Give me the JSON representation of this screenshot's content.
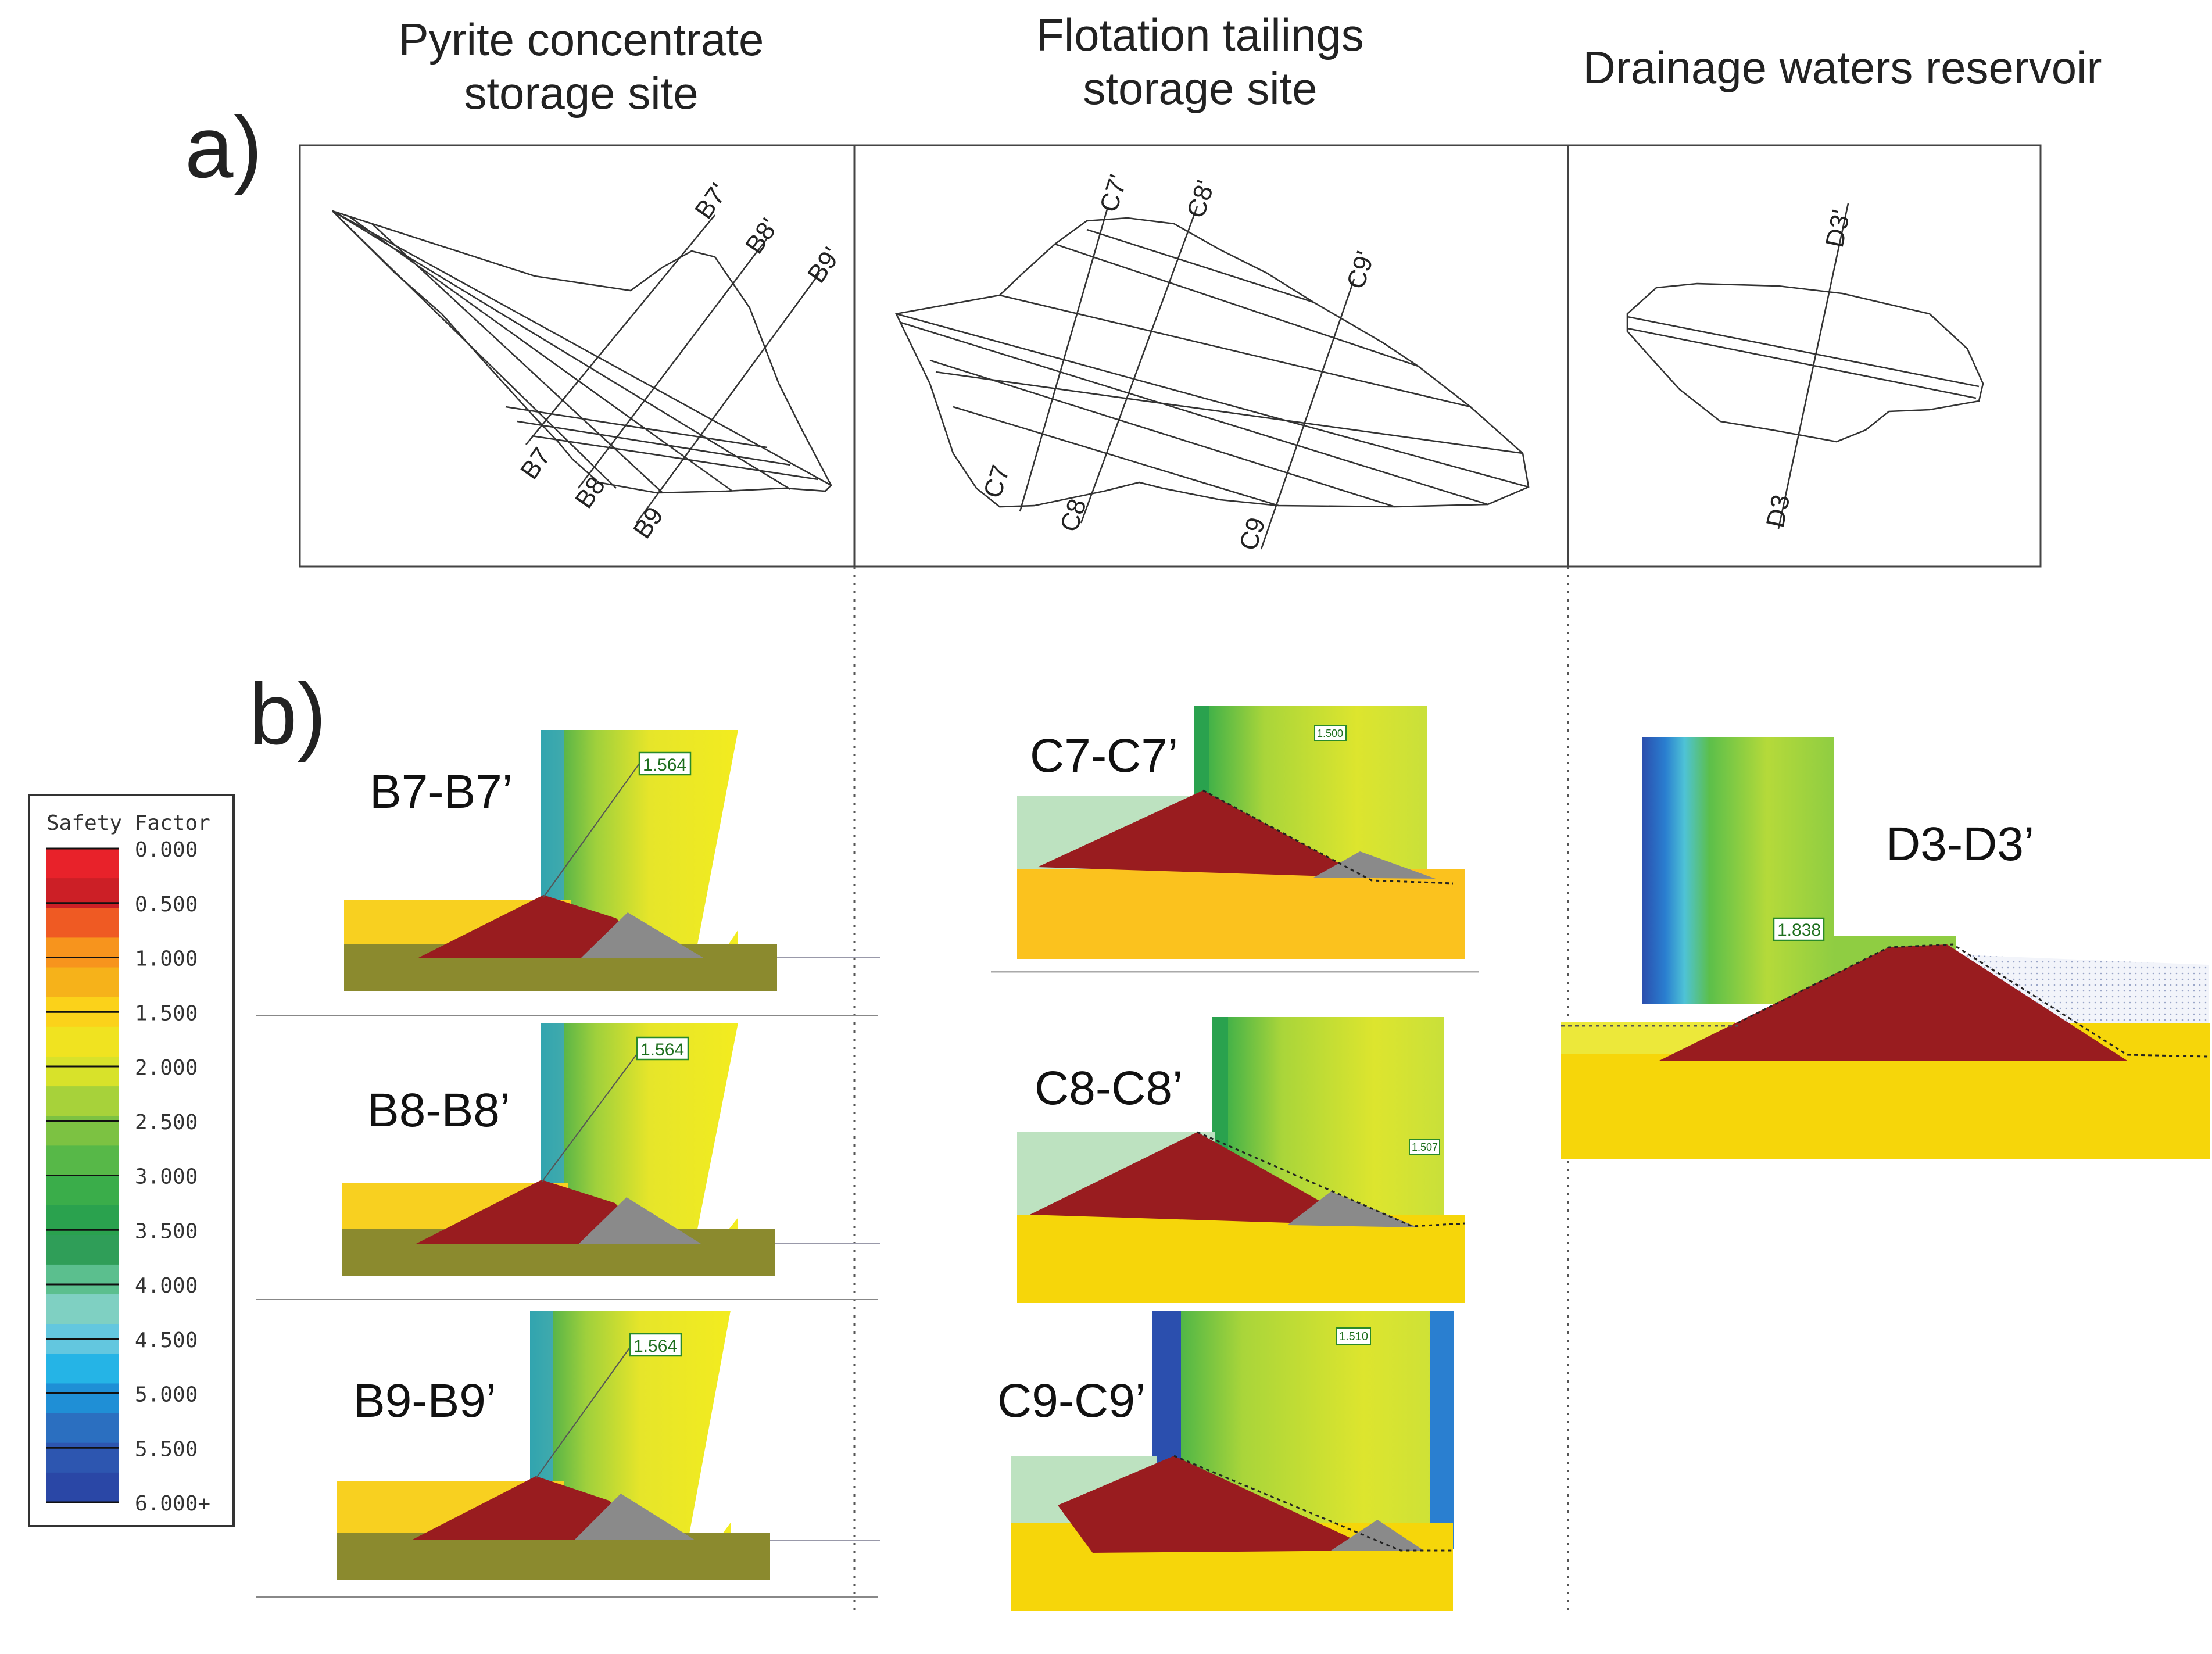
{
  "panel_a": {
    "label": "a)",
    "sites": [
      {
        "title": "Pyrite concentrate\nstorage site"
      },
      {
        "title": "Flotation tailings\nstorage site"
      },
      {
        "title": "Drainage waters reservoir"
      }
    ],
    "profile_labels": {
      "b7": "B7",
      "b7p": "B7'",
      "b8": "B8",
      "b8p": "B8'",
      "b9": "B9",
      "b9p": "B9'",
      "c7": "C7",
      "c7p": "C7'",
      "c8": "C8",
      "c8p": "C8'",
      "c9": "C9",
      "c9p": "C9'",
      "d3": "D3",
      "d3p": "D3'"
    }
  },
  "panel_b": {
    "label": "b)",
    "sections": {
      "b7": {
        "name": "B7-B7’",
        "fs": "1.564"
      },
      "b8": {
        "name": "B8-B8’",
        "fs": "1.564"
      },
      "b9": {
        "name": "B9-B9’",
        "fs": "1.564"
      },
      "c7": {
        "name": "C7-C7’",
        "fs": "1.500"
      },
      "c8": {
        "name": "C8-C8’",
        "fs": "1.507"
      },
      "c9": {
        "name": "C9-C9’",
        "fs": "1.510"
      },
      "d3": {
        "name": "D3-D3’",
        "fs": "1.838"
      }
    }
  },
  "legend": {
    "title": "Safety Factor",
    "ticks": [
      "0.000",
      "0.500",
      "1.000",
      "1.500",
      "2.000",
      "2.500",
      "3.000",
      "3.500",
      "4.000",
      "4.500",
      "5.000",
      "5.500",
      "6.000+"
    ],
    "colors": [
      "#e8222a",
      "#cc1f26",
      "#ef5a23",
      "#f7941d",
      "#f6b21a",
      "#fbd21a",
      "#f0e320",
      "#d8e22a",
      "#a7d23a",
      "#7cc242",
      "#57b848",
      "#3aad4a",
      "#2aa24e",
      "#2f9e58",
      "#5bbf8e",
      "#7fd0c2",
      "#63c7df",
      "#25b4e6",
      "#1f8fd6",
      "#2b6fc0",
      "#2d56b0",
      "#2a47a6"
    ]
  }
}
